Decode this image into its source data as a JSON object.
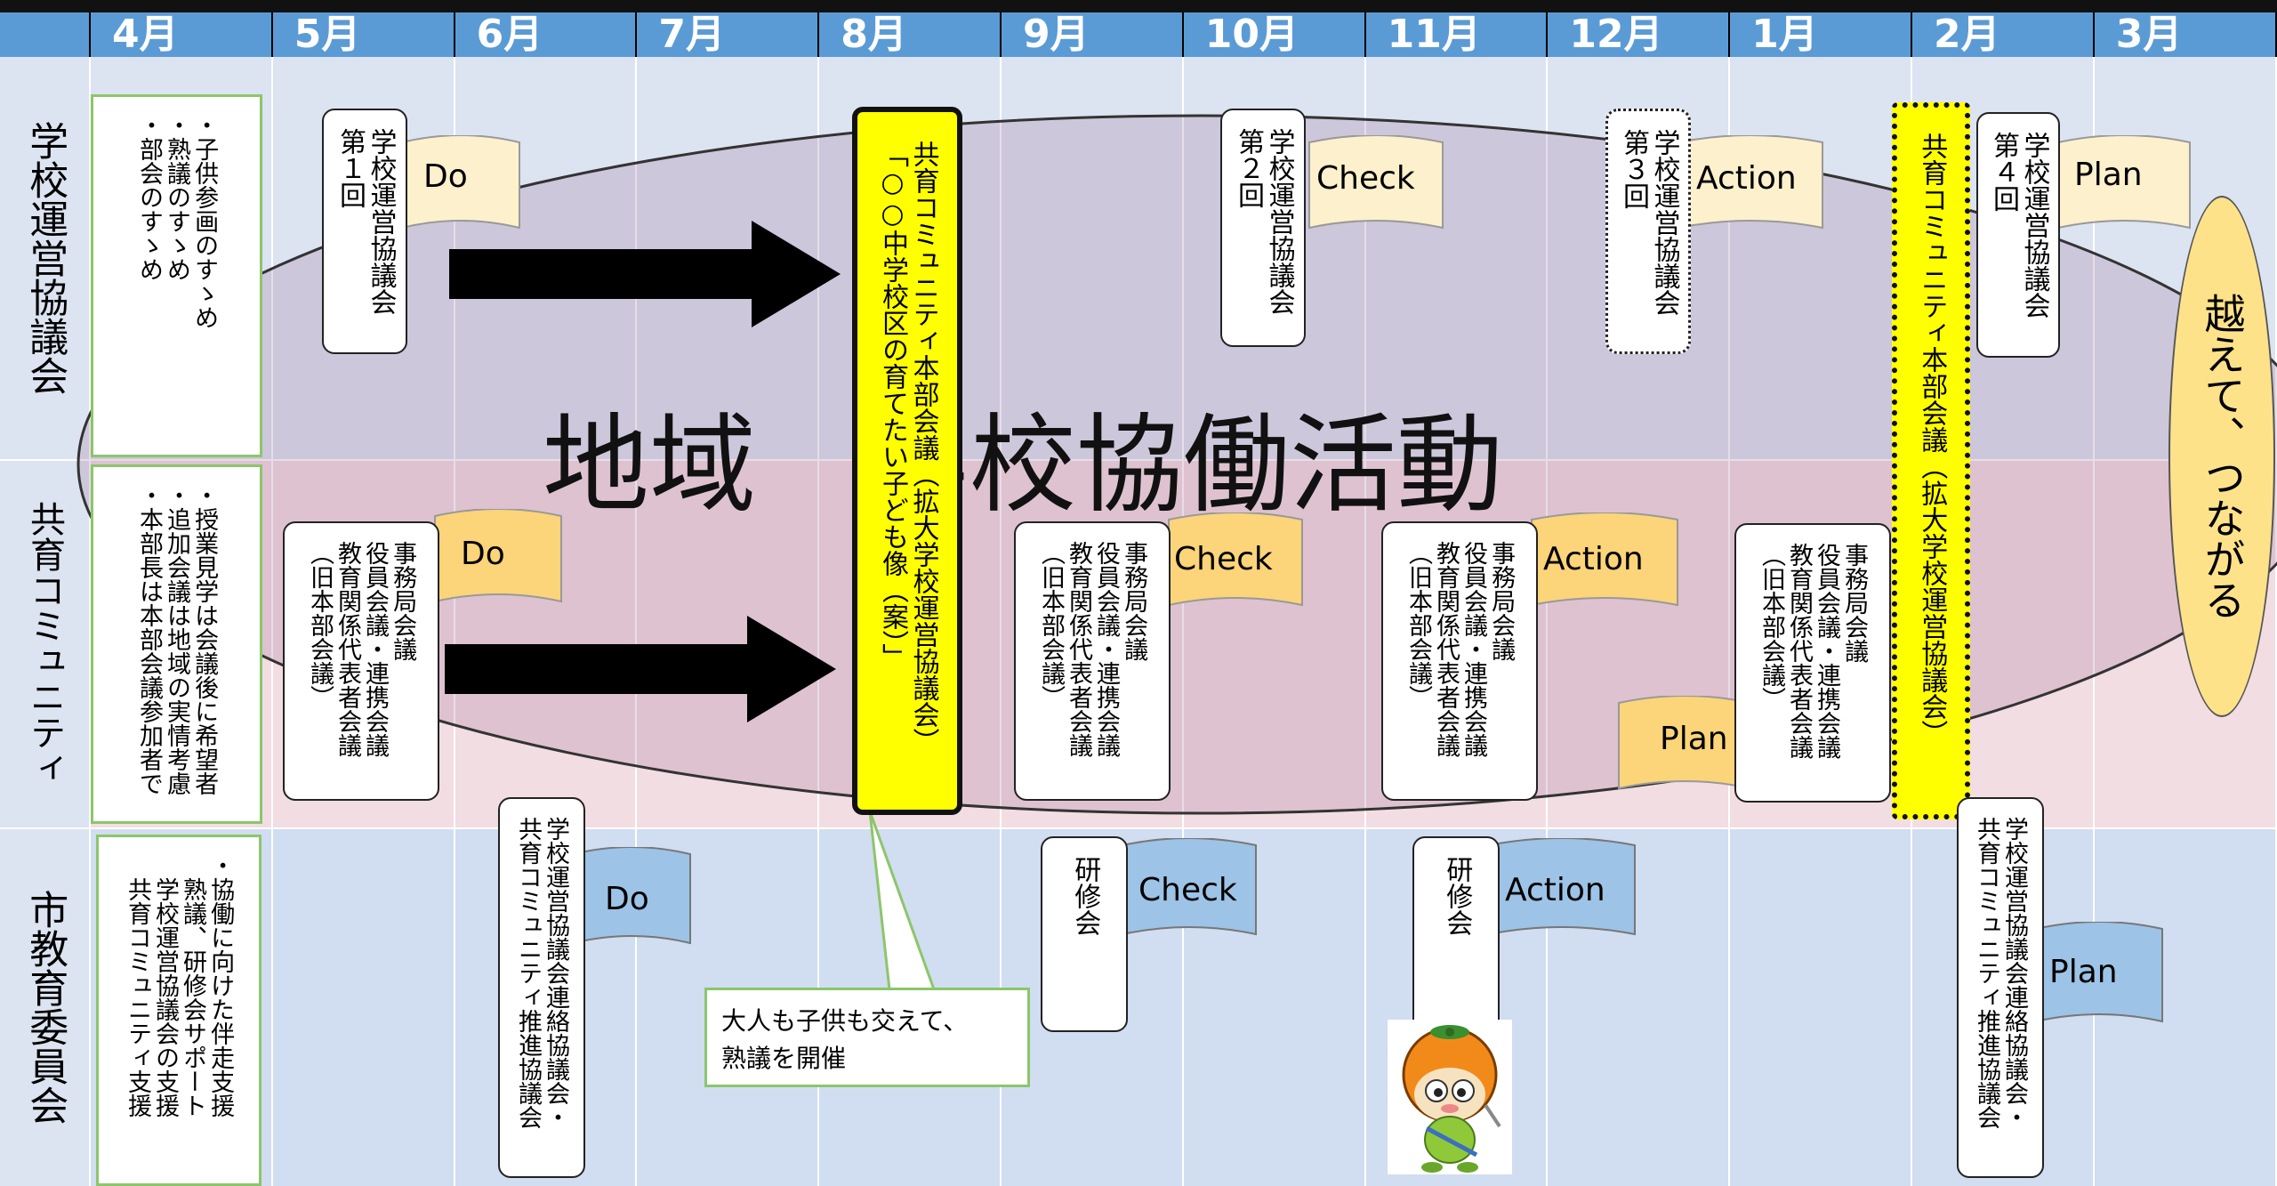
{
  "months": [
    "4月",
    "5月",
    "6月",
    "7月",
    "8月",
    "9月",
    "10月",
    "11月",
    "12月",
    "1月",
    "2月",
    "3月"
  ],
  "rows": {
    "school": "学校運営協議会",
    "community": "共育コミュニティ",
    "board": "市教育委員会"
  },
  "overlay_title": "地域　学校協働活動",
  "april_notes": {
    "school": "・子供参画のすゝめ\n・熟議のすゝめ\n・部会のすゝめ",
    "community": "・授業見学は会議後に希望者\n・追加会議は地域の実情考慮\n・本部長は本部会議参加者で",
    "board": "・協働に向けた伴走支援\n　熟議、研修会サポート\n　学校運営協議会の支援\n　共育コミュニティ支援"
  },
  "school_meetings": {
    "m1": "学校運営協議会\n第１回",
    "m2": "学校運営協議会\n第２回",
    "m3": "学校運営協議会\n第３回",
    "m4": "学校運営協議会\n第４回"
  },
  "community_meeting": "事務局会議\n役員会議・連携会議\n教育関係代表者会議\n（旧本部会議）",
  "august_main": "共育コミュニティ本部会議（拡大学校運営協議会）\n「○○中学校区の育てたい子ども像（案）」",
  "february_main": "共育コミュニティ本部会議（拡大学校運営協議会）",
  "board_liaison": "学校運営協議会連絡協議会・\n共育コミュニティ推進協議会",
  "training": "研修会",
  "callout": "大人も子供も交えて、\n熟議を開催",
  "goal": "越えて、つながる",
  "pdca": {
    "do": "Do",
    "check": "Check",
    "action": "Action",
    "plan": "Plan"
  },
  "colors": {
    "header": "#5b9bd5",
    "school_band": "#dce3f1",
    "community_band": "#f2dde3",
    "board_band": "#d1ddf0",
    "school_flag": "#fdf0cc",
    "community_flag": "#fcd479",
    "board_flag": "#9dc3e6",
    "highlight": "#ffff00",
    "goal": "#fde28a"
  }
}
